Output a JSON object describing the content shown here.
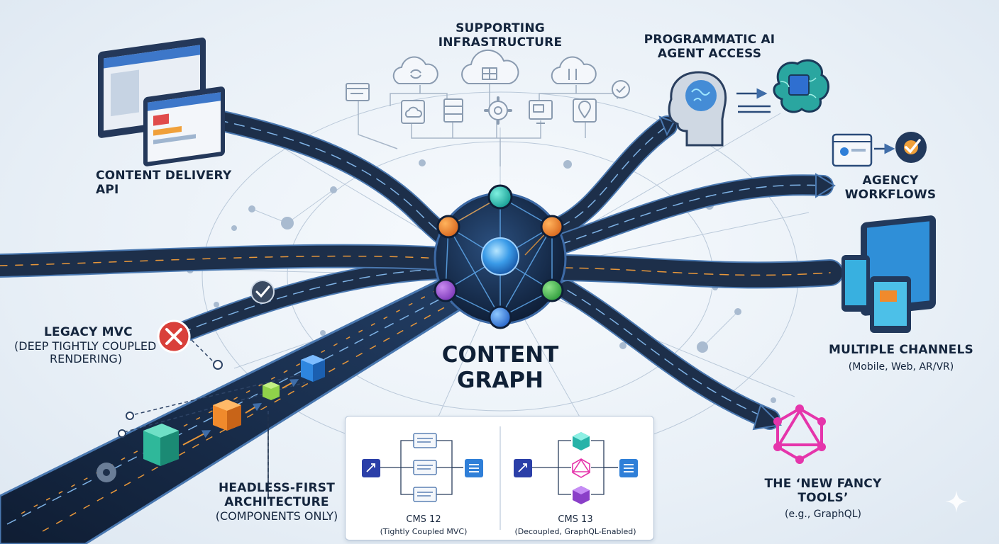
{
  "labels": {
    "supporting_infrastructure": "SUPPORTING INFRASTRUCTURE",
    "programmatic_ai_line1": "PROGRAMMATIC AI",
    "programmatic_ai_line2": "AGENT ACCESS",
    "content_delivery_api": "CONTENT DELIVERY API",
    "agency_line1": "AGENCY",
    "agency_line2": "WORKFLOWS",
    "multiple_channels": "MULTIPLE CHANNELS",
    "multiple_channels_sub": "(Mobile, Web, AR/VR)",
    "legacy_line1": "LEGACY MVC",
    "legacy_line2": "(DEEP TIGHTLY COUPLED",
    "legacy_line3": "RENDERING)",
    "headless_line1": "HEADLESS-FIRST",
    "headless_line2": "ARCHITECTURE",
    "headless_line3": "(COMPONENTS ONLY)",
    "new_tools_line1": "THE ‘NEW FANCY TOOLS’",
    "new_tools_line2": "(e.g., GraphQL)",
    "center_line1": "CONTENT",
    "center_line2": "GRAPH"
  },
  "cms_panel": {
    "cms12_name": "CMS 12",
    "cms12_desc": "(Tightly Coupled MVC)",
    "cms13_name": "CMS 13",
    "cms13_desc": "(Decoupled, GraphQL-Enabled)"
  },
  "colors": {
    "road": "#1d2f4a",
    "road_edge": "#4a78b0",
    "lane_light": "#7fb3e6",
    "lane_orange": "#e8973a",
    "node_dark": "#15294a",
    "accent_blue": "#2f7fd8",
    "accent_teal": "#27b3a8",
    "error_red": "#d9403a",
    "graphql_pink": "#e535ab"
  },
  "icons": [
    "browser-windows-icon",
    "cloud-sync-icon",
    "cloud-grid-icon",
    "cloud-transfer-icon",
    "gear-icon",
    "server-icon",
    "monitor-icon",
    "location-pin-icon",
    "ai-head-icon",
    "ai-brain-chip-icon",
    "workflow-gear-check-icon",
    "devices-icon",
    "graphql-icon",
    "error-x-icon",
    "check-icon",
    "sparkle-icon"
  ]
}
